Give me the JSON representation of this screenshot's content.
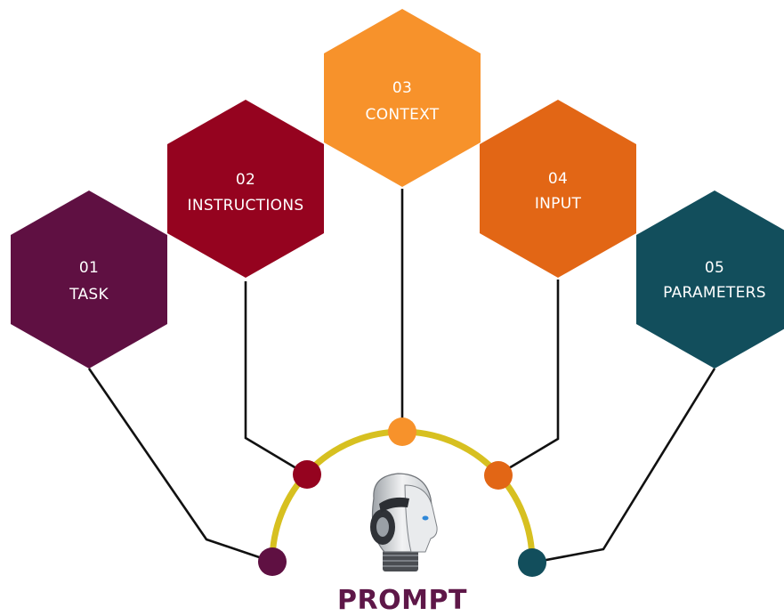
{
  "steps": [
    {
      "number": "01",
      "label": "TASK",
      "color": "#5f1042"
    },
    {
      "number": "02",
      "label": "INSTRUCTIONS",
      "color": "#95031f"
    },
    {
      "number": "03",
      "label": "CONTEXT",
      "color": "#f7922b"
    },
    {
      "number": "04",
      "label": "INPUT",
      "color": "#e26615"
    },
    {
      "number": "05",
      "label": "PARAMETERS",
      "color": "#124e5c"
    }
  ],
  "center": {
    "title": "PROMPT",
    "title_color": "#5e1748",
    "arc_color": "#d7c020",
    "icon": "robot-head-icon"
  }
}
